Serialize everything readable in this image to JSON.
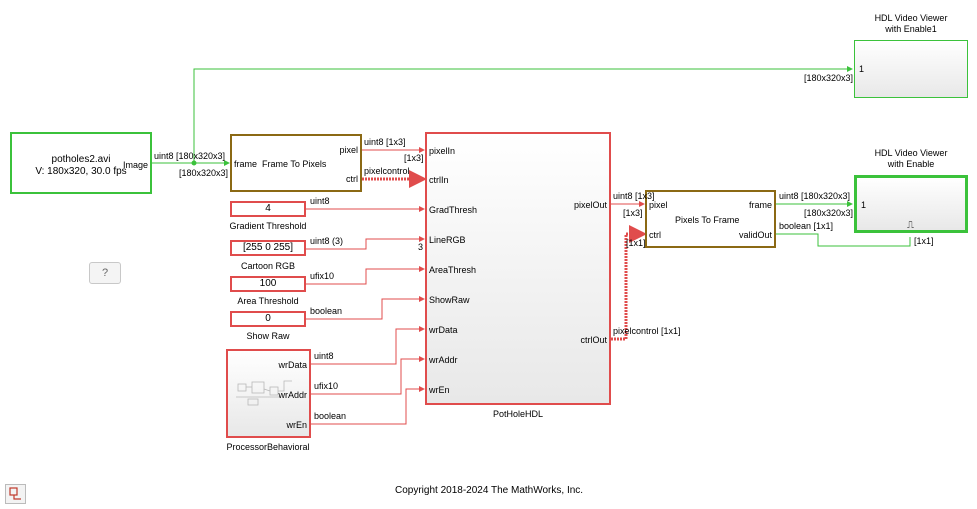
{
  "copyright": "Copyright 2018-2024 The MathWorks, Inc.",
  "source": {
    "line1": "potholes2.avi",
    "line2": "V: 180x320, 30.0 fps",
    "port": "Image"
  },
  "viewer1": {
    "title1": "HDL Video Viewer",
    "title2": "with Enable1",
    "port": "1"
  },
  "viewer2": {
    "title1": "HDL Video Viewer",
    "title2": "with Enable",
    "port": "1",
    "enable_symbol": "⎍"
  },
  "f2p": {
    "title": "Frame To Pixels",
    "in_port": "frame",
    "out_pixel": "pixel",
    "out_ctrl": "ctrl"
  },
  "p2f": {
    "title": "Pixels To Frame",
    "in_pixel": "pixel",
    "in_ctrl": "ctrl",
    "out_frame": "frame",
    "out_valid": "validOut"
  },
  "pothole": {
    "name": "PotHoleHDL",
    "inputs": [
      "pixelIn",
      "ctrlIn",
      "GradThresh",
      "LineRGB",
      "AreaThresh",
      "ShowRaw",
      "wrData",
      "wrAddr",
      "wrEn"
    ],
    "out_pixel": "pixelOut",
    "out_ctrl": "ctrlOut"
  },
  "constants": [
    {
      "value": "4",
      "name": "Gradient Threshold"
    },
    {
      "value": "[255 0 255]",
      "name": "Cartoon RGB"
    },
    {
      "value": "100",
      "name": "Area Threshold"
    },
    {
      "value": "0",
      "name": "Show Raw"
    }
  ],
  "processor": {
    "name": "ProcessorBehavioral",
    "ports": [
      "wrData",
      "wrAddr",
      "wrEn"
    ]
  },
  "signals": {
    "src_type": "uint8 [180x320x3]",
    "src_dim": "[180x320x3]",
    "viewer1_dim": "[180x320x3]",
    "pixel_type": "uint8 [1x3]",
    "pixel_dim": "[1x3]",
    "ctrl_label": "pixelcontrol",
    "grad_type": "uint8",
    "rgb_type": "uint8 (3)",
    "rgb_width": "3",
    "area_type": "ufix10",
    "show_type": "boolean",
    "wrdata_type": "uint8",
    "wraddr_type": "ufix10",
    "wren_type": "boolean",
    "pixout_type": "uint8 [1x3]",
    "pixout_dim": "[1x3]",
    "ctrlout_type": "pixelcontrol [1x1]",
    "ctrlin_dim": "[1x1]",
    "frame_type": "uint8 [180x320x3]",
    "frame_dim": "[180x320x3]",
    "valid_type": "boolean [1x1]",
    "valid_dim": "[1x1]"
  },
  "icons": {
    "help": "?",
    "corner": "model-browser-icon"
  },
  "colors": {
    "green": "#3bc23b",
    "red": "#e04c4c",
    "brown": "#8b6914",
    "bus": "#e04c4c"
  }
}
